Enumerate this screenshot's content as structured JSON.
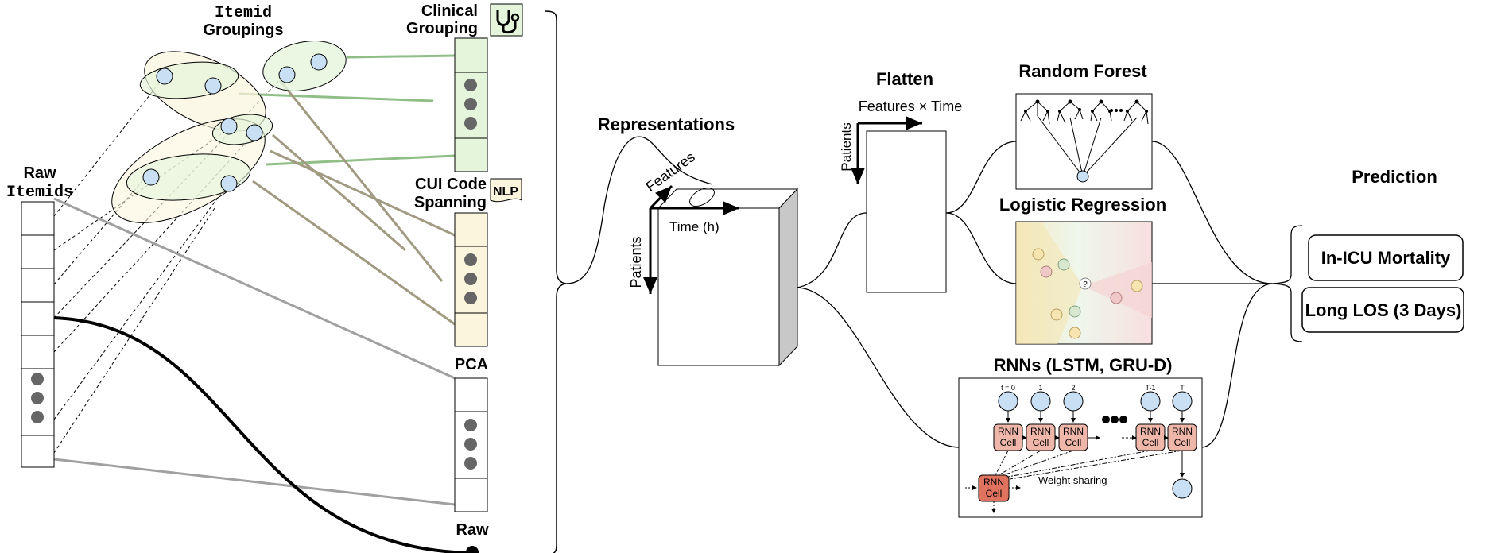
{
  "left": {
    "raw_itemids": [
      "Raw",
      "Itemids"
    ],
    "itemid_groupings": [
      "Itemid",
      "Groupings"
    ],
    "clinical_grouping": [
      "Clinical",
      "Grouping"
    ],
    "cui_code_spanning": [
      "CUI Code",
      "Spanning"
    ],
    "nlp_badge": "NLP",
    "pca": "PCA",
    "raw": "Raw",
    "stethoscope_icon": "stethoscope-icon"
  },
  "middle": {
    "representations": "Representations",
    "features": "Features",
    "patients": "Patients",
    "time": "Time (h)"
  },
  "models": {
    "flatten": "Flatten",
    "features_x_time": "Features  ×  Time",
    "patients": "Patients",
    "random_forest": "Random Forest",
    "logistic_regression": "Logistic Regression",
    "unknown_marker": "?",
    "rnns": "RNNs (LSTM, GRU-D)",
    "rnn_cell": [
      "RNN",
      "Cell"
    ],
    "time_steps": [
      "t = 0",
      "1",
      "2",
      "T-1",
      "T"
    ],
    "weight_sharing": "Weight sharing"
  },
  "prediction": {
    "title": "Prediction",
    "outcomes": [
      "In-ICU Mortality",
      "Long LOS (3 Days)"
    ]
  },
  "colors": {
    "green_fill": "#e5f5dc",
    "yellow_fill": "#fbf5de",
    "node_blue": "#c9dff3",
    "dot_gray": "#666666",
    "green_line": "#8fbf86",
    "brown_line": "#a09a80",
    "rnn_cell": "#efb6aa",
    "rnn_cell_shared": "#e0735f"
  }
}
